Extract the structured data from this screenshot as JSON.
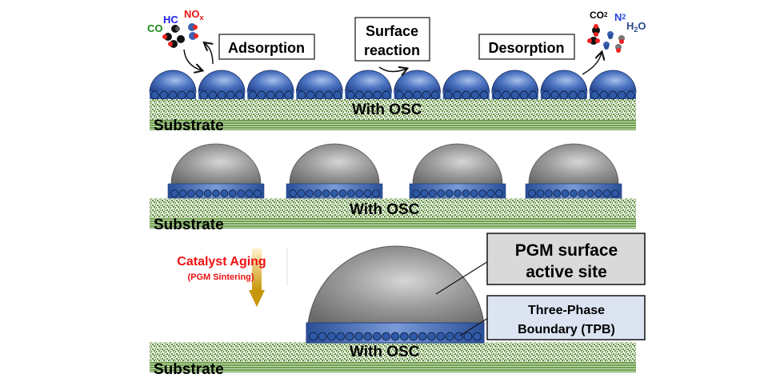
{
  "panel1": {
    "molecules_in": {
      "co": "CO",
      "hc": "HC",
      "nox": "NO",
      "nox_sub": "x"
    },
    "molecules_out": {
      "co2": "CO",
      "co2_sub": "2",
      "n2": "N",
      "n2_sub": "2",
      "h2o_h": "H",
      "h2o_sub": "2",
      "h2o_o": "O"
    },
    "boxes": {
      "adsorption": "Adsorption",
      "surface_line1": "Surface",
      "surface_line2": "reaction",
      "desorption": "Desorption"
    },
    "osc_label": "With OSC",
    "substrate_label": "Substrate",
    "particle_count": 10
  },
  "panel2": {
    "osc_label": "With OSC",
    "substrate_label": "Substrate",
    "particle_count": 4
  },
  "panel3": {
    "aging_title": "Catalyst Aging",
    "aging_subtitle": "(PGM Sintering)",
    "callout_pgm_line1": "PGM surface",
    "callout_pgm_line2": "active site",
    "callout_tpb_line1": "Three-Phase",
    "callout_tpb_line2": "Boundary (TPB)",
    "osc_label": "With OSC",
    "substrate_label": "Substrate"
  },
  "colors": {
    "co": "#1a8a1a",
    "hc": "#2222ee",
    "nox": "#ee1111",
    "n2": "#2244dd",
    "h2o": "#2a4a8a",
    "aging": "#ee1111",
    "substrate": "#5f8f3f",
    "pgm_box": "#d9d9d9",
    "tpb_box": "#dce4f2",
    "particle_blue": "#3a62b0",
    "particle_gray": "#8a8a8a"
  }
}
